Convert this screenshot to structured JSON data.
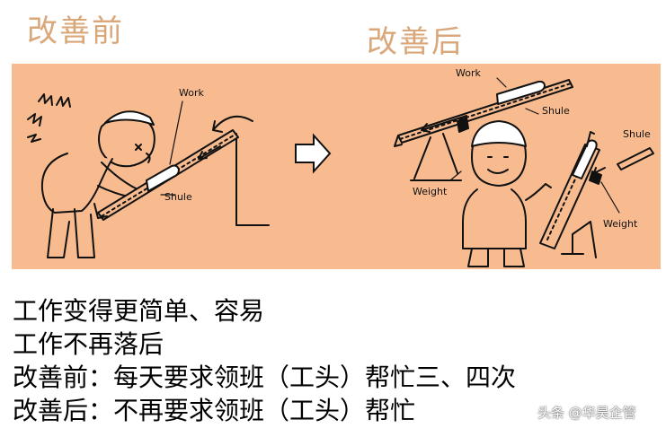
{
  "headings": {
    "before": "改善前",
    "after": "改善后"
  },
  "diagram": {
    "before_labels": {
      "work": "Work",
      "shule": "Shule"
    },
    "after_labels": {
      "work": "Work",
      "shule_top": "Shule",
      "shule_right": "Shule",
      "weight_left": "Weight",
      "weight_right": "Weight"
    },
    "icons": [
      "stress-lines-icon",
      "arrow-right-icon",
      "curved-arrow-icon"
    ],
    "colors": {
      "panel_bg": "#f7bb8f",
      "heading": "#d9a77a",
      "ink": "#111111"
    }
  },
  "caption": {
    "lines": [
      "工作变得更简单、容易",
      "工作不再落后",
      "改善前：每天要求领班（工头）帮忙三、四次",
      "改善后：不再要求领班（工头）帮忙"
    ]
  },
  "watermark": {
    "text": "头条 @华昊企管"
  }
}
